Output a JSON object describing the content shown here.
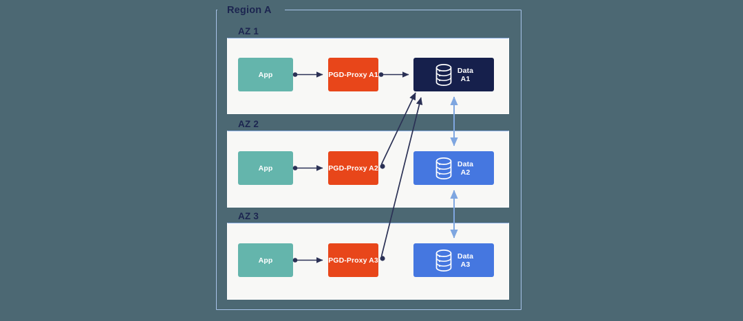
{
  "diagram": {
    "title": "Region A",
    "background_color": "#4c6873",
    "region": {
      "label": "Region A",
      "border_color": "#a9c4ea"
    },
    "zones": [
      {
        "label": "AZ 1",
        "nodes": [
          {
            "name": "App",
            "label": "App",
            "type": "app",
            "color": "#64b5ac"
          },
          {
            "name": "PGD-Proxy A1",
            "label": "PGD-Proxy A1",
            "type": "proxy",
            "color": "#e8461a"
          },
          {
            "name": "Data A1",
            "label_line1": "Data",
            "label_line2": "A1",
            "type": "data-primary",
            "color": "#16204c",
            "icon": "database-icon"
          }
        ]
      },
      {
        "label": "AZ 2",
        "nodes": [
          {
            "name": "App",
            "label": "App",
            "type": "app",
            "color": "#64b5ac"
          },
          {
            "name": "PGD-Proxy A2",
            "label": "PGD-Proxy A2",
            "type": "proxy",
            "color": "#e8461a"
          },
          {
            "name": "Data A2",
            "label_line1": "Data",
            "label_line2": "A2",
            "type": "data-replica",
            "color": "#4577e0",
            "icon": "database-icon"
          }
        ]
      },
      {
        "label": "AZ 3",
        "nodes": [
          {
            "name": "App",
            "label": "App",
            "type": "app",
            "color": "#64b5ac"
          },
          {
            "name": "PGD-Proxy A3",
            "label": "PGD-Proxy A3",
            "type": "proxy",
            "color": "#e8461a"
          },
          {
            "name": "Data A3",
            "label_line1": "Data",
            "label_line2": "A3",
            "type": "data-replica",
            "color": "#4577e0",
            "icon": "database-icon"
          }
        ]
      }
    ],
    "connections": {
      "app_to_proxy_color": "#2b3155",
      "proxy_to_data_color": "#2b3155",
      "replication_color": "#8fb3e8",
      "replication_style": "double-headed"
    }
  }
}
